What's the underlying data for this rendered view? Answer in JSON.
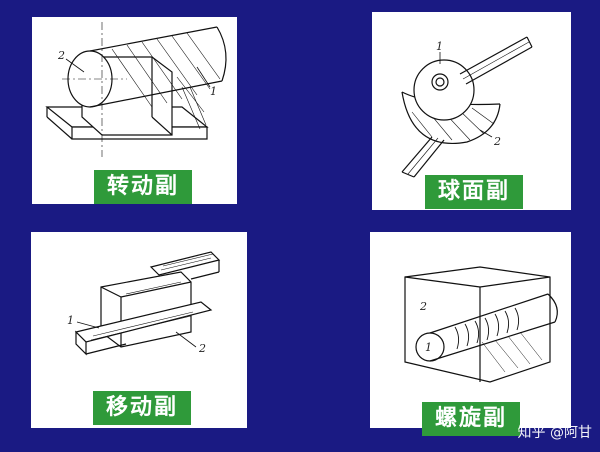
{
  "panels": {
    "revolute": {
      "label": "转动副",
      "callouts": [
        "1",
        "2"
      ]
    },
    "spherical": {
      "label": "球面副",
      "callouts": [
        "1",
        "2"
      ]
    },
    "prismatic": {
      "label": "移动副",
      "callouts": [
        "1",
        "2"
      ]
    },
    "helical": {
      "label": "螺旋副",
      "callouts": [
        "1",
        "2"
      ]
    }
  },
  "watermark": "知乎 @阿甘",
  "colors": {
    "background": "#1a1a83",
    "label_bg": "#2f9a3a",
    "panel_bg": "#ffffff"
  }
}
